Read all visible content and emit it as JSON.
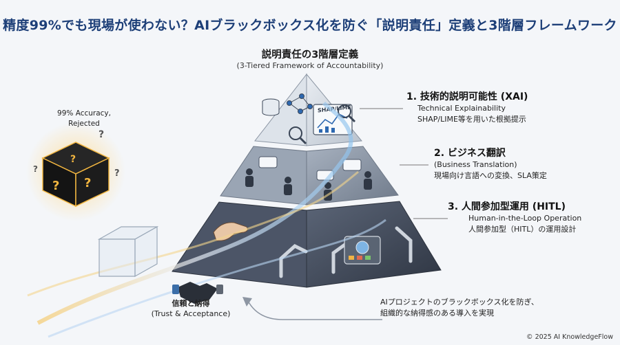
{
  "title": "精度99%でも現場が使わない？AIブラックボックス化を防ぐ「説明責任」定義と3階層フレームワーク",
  "framework": {
    "title": "説明責任の3階層定義",
    "subtitle": "(3-Tiered Framework of Accountability)"
  },
  "tiers": [
    {
      "heading": "1. 技術的説明可能性 (XAI)",
      "line1": "Technical Explainability",
      "line2": "SHAP/LIME等を用いた根拠提示"
    },
    {
      "heading": "2. ビジネス翻訳",
      "line1": "(Business Translation)",
      "line2": "現場向け言語への変換、SLA策定"
    },
    {
      "heading": "3. 人間参加型運用 (HITL)",
      "line1": "Human-in-the-Loop Operation",
      "line2": "人間参加型（HITL）の運用設計"
    }
  ],
  "pyramid_badge": "SHAP/LIME",
  "black_box": {
    "line1": "99% Accuracy,",
    "line2": "Rejected"
  },
  "trust": {
    "jp": "信頼と納得",
    "en": "(Trust & Acceptance)"
  },
  "message": {
    "line1": "AIプロジェクトのブラックボックス化を防ぎ、",
    "line2": "組織的な納得感のある導入を実現"
  },
  "copyright": "© 2025 AI KnowledgeFlow",
  "colors": {
    "title": "#1d3f78",
    "pyramid_light": "#c8d0da",
    "pyramid_dark": "#3a4353",
    "glow": "#f2b640"
  }
}
